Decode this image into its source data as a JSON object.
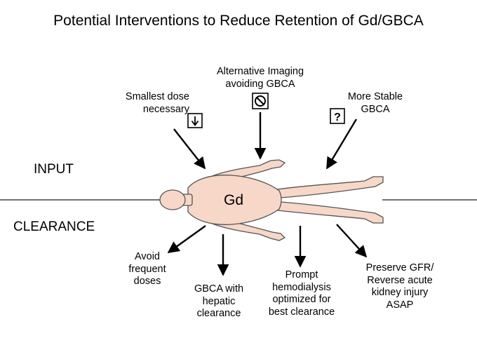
{
  "title": "Potential Interventions to Reduce Retention of Gd/GBCA",
  "side_labels": {
    "input": "INPUT",
    "clearance": "CLEARANCE"
  },
  "body_label": "Gd",
  "inputs": {
    "smallest_dose": [
      "Smallest dose",
      "necessary"
    ],
    "alternative_imaging": [
      "Alternative Imaging",
      "avoiding GBCA"
    ],
    "more_stable": [
      "More Stable",
      "GBCA"
    ]
  },
  "clearance": {
    "avoid_frequent": [
      "Avoid",
      "frequent",
      "doses"
    ],
    "hepatic": [
      "GBCA with",
      "hepatic",
      "clearance"
    ],
    "hemodialysis": [
      "Prompt",
      "hemodialysis",
      "optimized for",
      "best clearance"
    ],
    "preserve_gfr": [
      "Preserve GFR/",
      "Reverse acute",
      "kidney injury",
      "ASAP"
    ]
  },
  "icons": {
    "smallest_dose": "down-arrow-icon",
    "alternative_imaging": "prohibited-icon",
    "more_stable": "question-mark-icon"
  },
  "icon_glyphs": {
    "question": "?"
  },
  "colors": {
    "skin": "#f6d7c8",
    "outline": "#555555",
    "arrow": "#000000",
    "text": "#000000"
  }
}
